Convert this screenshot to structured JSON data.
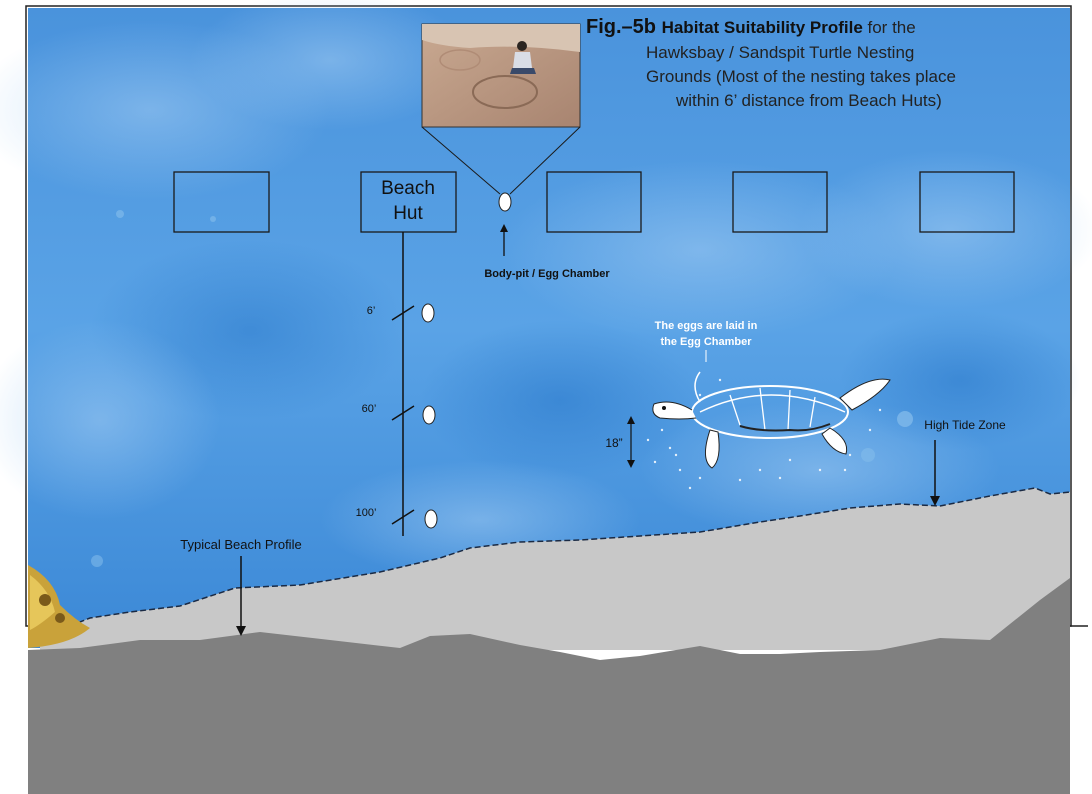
{
  "title": {
    "fig": "Fig.–5b",
    "bold": "Habitat Suitability Profile",
    "rest": " for the",
    "line2": "Hawksbay / Sandspit Turtle Nesting",
    "line3": "Grounds (Most of the nesting takes place",
    "line4": "within 6’ distance from Beach Huts)"
  },
  "hut_label_1": "Beach",
  "hut_label_2": "Hut",
  "body_pit_label": "Body-pit / Egg Chamber",
  "distances": [
    "6’",
    "60’",
    "100’"
  ],
  "eggs_label_1": "The eggs are laid in",
  "eggs_label_2": "the Egg Chamber",
  "depth_label": "18”",
  "high_tide_label": "High Tide Zone",
  "beach_profile_label": "Typical Beach Profile",
  "colors": {
    "water": "#3f8ed9",
    "sand": "#c8c8c8",
    "ground": "#808080"
  }
}
